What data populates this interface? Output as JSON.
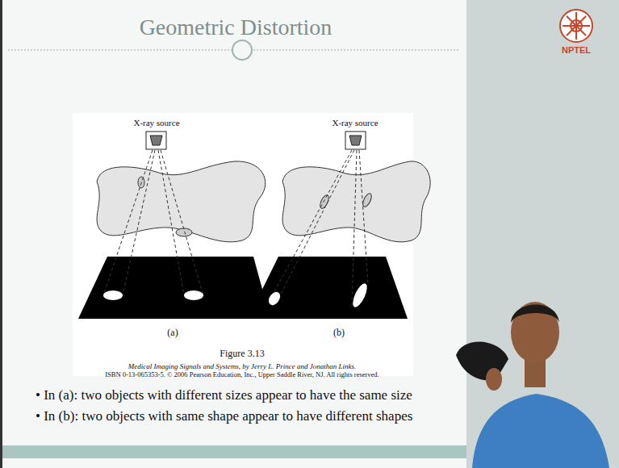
{
  "diagram": {
    "title": "Geometric Distortion",
    "caption": "Figure 3.13",
    "labels": [
      "X-ray source",
      "X-ray source",
      "(a)",
      "(b)",
      "Medical Imaging Signals and Systems, by Jerry L. Prince and Jonathan Links.",
      "ISBN 0-13-065353-5. © 2006 Pearson Education, Inc., Upper Saddle River, NJ. All rights reserved.",
      "• In (a): two objects with different sizes appear to have the same size",
      "• In (b): two objects with same shape appear to have different shapes",
      "NPTEL"
    ]
  }
}
